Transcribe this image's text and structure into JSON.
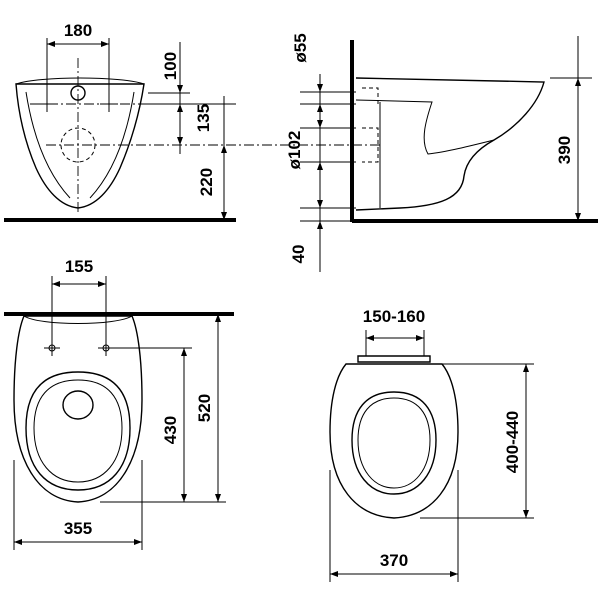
{
  "drawing": {
    "front_view": {
      "width_between_anchor_bolts": "180",
      "anchor_above_drain": "100",
      "bolt_to_drain_center": "135",
      "drain_center_to_floor": "220"
    },
    "side_view": {
      "inlet_diameter": "ø55",
      "outlet_diameter": "ø102",
      "bottom_offset": "40",
      "overall_height": "390"
    },
    "top_view": {
      "bolt_spacing": "155",
      "overall_width": "355",
      "bolt_to_front": "430",
      "overall_length": "520"
    },
    "seat_view": {
      "hinge_spacing": "150-160",
      "seat_length": "400-440",
      "seat_width": "370"
    }
  }
}
